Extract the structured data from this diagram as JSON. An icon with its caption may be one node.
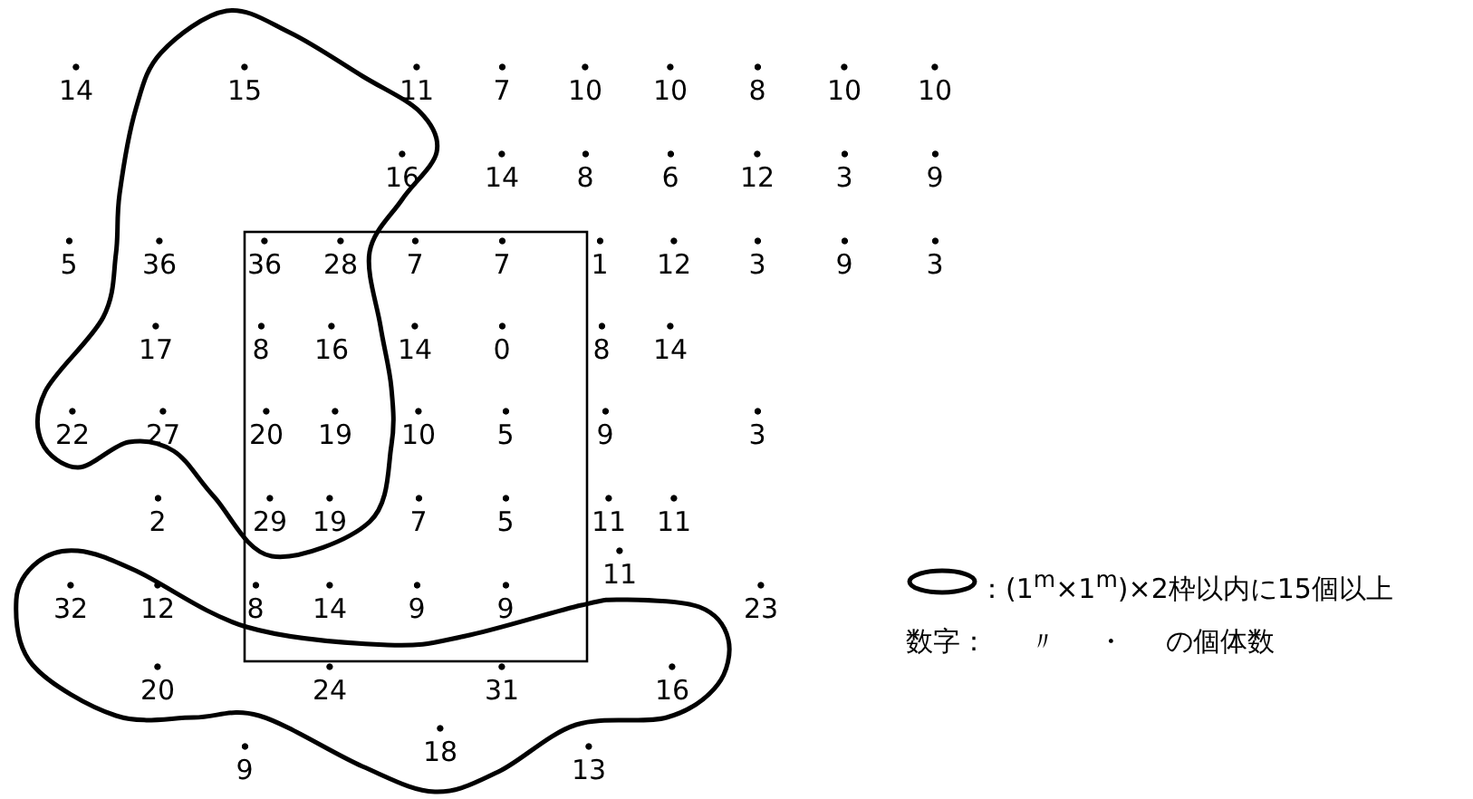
{
  "diagram": {
    "labels": [
      "14",
      "15",
      "11",
      "7",
      "10",
      "10",
      "8",
      "10",
      "10",
      "16",
      "14",
      "8",
      "6",
      "12",
      "3",
      "9",
      "5",
      "36",
      "36",
      "28",
      "7",
      "7",
      "1",
      "12",
      "3",
      "9",
      "3",
      "17",
      "8",
      "16",
      "14",
      "0",
      "8",
      "14",
      "22",
      "27",
      "20",
      "19",
      "10",
      "5",
      "9",
      "3",
      "2",
      "29",
      "19",
      "7",
      "5",
      "11",
      "11",
      "32",
      "12",
      "8",
      "14",
      "9",
      "9",
      "11",
      "23",
      "20",
      "24",
      "31",
      "16",
      "9",
      "18",
      "13",
      "数字： 〃 ・ の個体数"
    ],
    "legend": [
      {
        "text": "：(1$^{m}$×1$^{m}$)×2枠以内に15個以上"
      }
    ]
  }
}
